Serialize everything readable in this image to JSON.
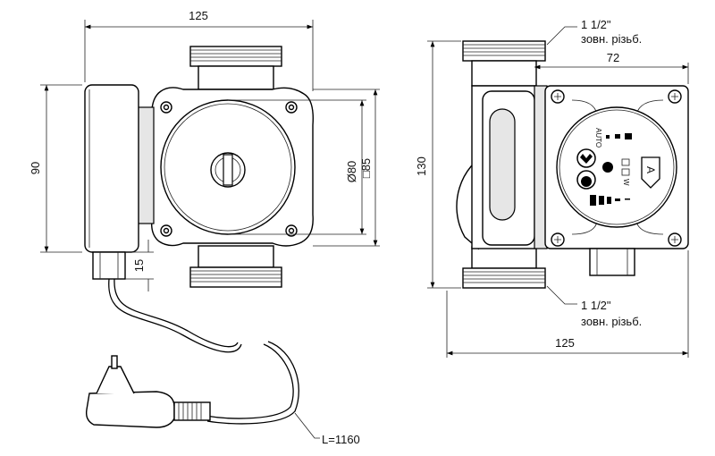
{
  "left_view": {
    "width_label": "125",
    "height_label": "90",
    "connector_label": "15",
    "diameter_label": "Ø80",
    "square_label": "□85",
    "cable_label": "L=1160"
  },
  "right_view": {
    "height_label": "130",
    "box_width_label": "72",
    "width_label": "125",
    "top_thread_size": "1 1/2\"",
    "top_thread_type": "зовн. різьб.",
    "bottom_thread_size": "1 1/2\"",
    "bottom_thread_type": "зовн. різьб.",
    "panel": {
      "auto_label": "AUTO",
      "watt_label": "W",
      "mode_label": "A"
    }
  }
}
